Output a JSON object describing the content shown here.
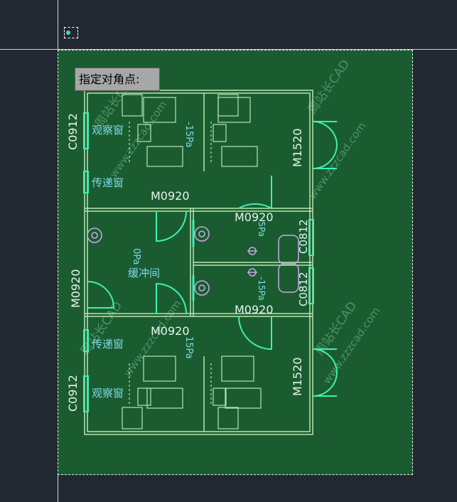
{
  "command_prompt": "指定对角点:",
  "watermarks": [
    "www.zzzcad.com",
    "周站长CAD"
  ],
  "labels": {
    "window_top": "C0912",
    "window_bottom": "C0912",
    "observe_top": "观察窗",
    "observe_bottom": "观察窗",
    "pass_top": "传递窗",
    "pass_bottom": "传递窗",
    "door_m0920_a": "M0920",
    "door_m0920_b": "M0920",
    "door_m0920_c": "M0920",
    "door_m0920_d": "M0920",
    "door_m0920_left": "M0920",
    "door_m1520_top": "M1520",
    "door_m1520_bottom": "M1520",
    "door_c0812_a": "C0812",
    "door_c0812_b": "C0812",
    "buffer_room": "缓冲间",
    "pressure_0": "0Pa",
    "pressure_top": "-15Pa",
    "pressure_bottom": "15Pa",
    "pressure_mid_a": "-5Pa",
    "pressure_mid_b": "-15Pa"
  },
  "colors": {
    "background": "#222831",
    "drawing_bg": "#1a5c30",
    "wall": "#b8e6b0",
    "door": "#3ef0b0",
    "text_white": "#e8f4ec",
    "text_cyan": "#7fd9e6",
    "fixture": "#c9a8e8",
    "tooltip_bg": "#a7a7a7"
  }
}
